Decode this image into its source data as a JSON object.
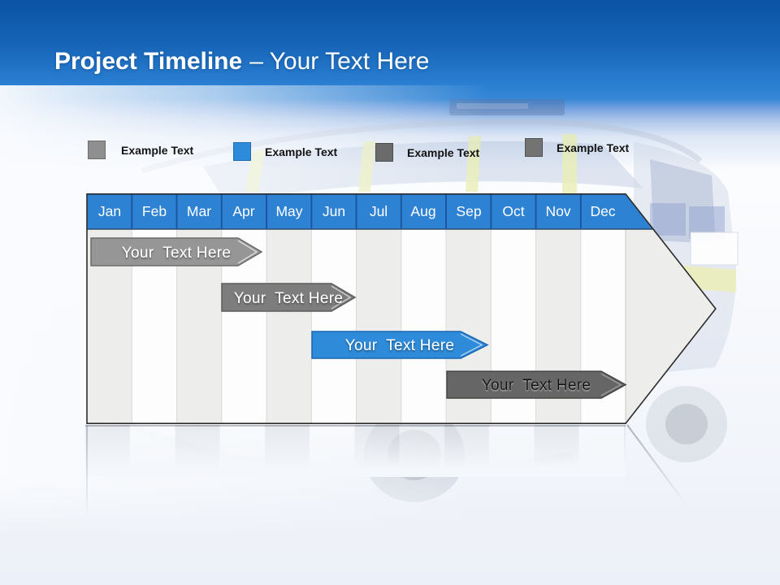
{
  "slide": {
    "title_bold": "Project Timeline",
    "title_light": "– Your Text Here"
  },
  "legend": {
    "items": [
      {
        "label": "Example Text",
        "color": "#8F8F8F"
      },
      {
        "label": "Example Text",
        "color": "#2E8BD9"
      },
      {
        "label": "Example Text",
        "color": "#6B6B6B"
      },
      {
        "label": "Example Text",
        "color": "#737373"
      }
    ]
  },
  "timeline": {
    "months": [
      "Jan",
      "Feb",
      "Mar",
      "Apr",
      "May",
      "Jun",
      "Jul",
      "Aug",
      "Sep",
      "Oct",
      "Nov",
      "Dec"
    ],
    "header_color": "#2E82D3",
    "bars": [
      {
        "label": "Your  Text Here",
        "color": "#969696",
        "text_color": "#FFFFFF",
        "span": "Jan–Apr"
      },
      {
        "label": "Your  Text Here",
        "color": "#7D7D7D",
        "text_color": "#FFFFFF",
        "span": "Apr–Jun"
      },
      {
        "label": "Your  Text Here",
        "color": "#2E8BD9",
        "text_color": "#FFFFFF",
        "span": "Jun–Sep"
      },
      {
        "label": "Your  Text Here",
        "color": "#666666",
        "text_color": "#111111",
        "span": "Sep–Dec"
      }
    ]
  },
  "background": {
    "watermark": "police-car-photo",
    "header_blue_top": "#0C53A4",
    "header_blue_bottom": "#2B80D3"
  }
}
